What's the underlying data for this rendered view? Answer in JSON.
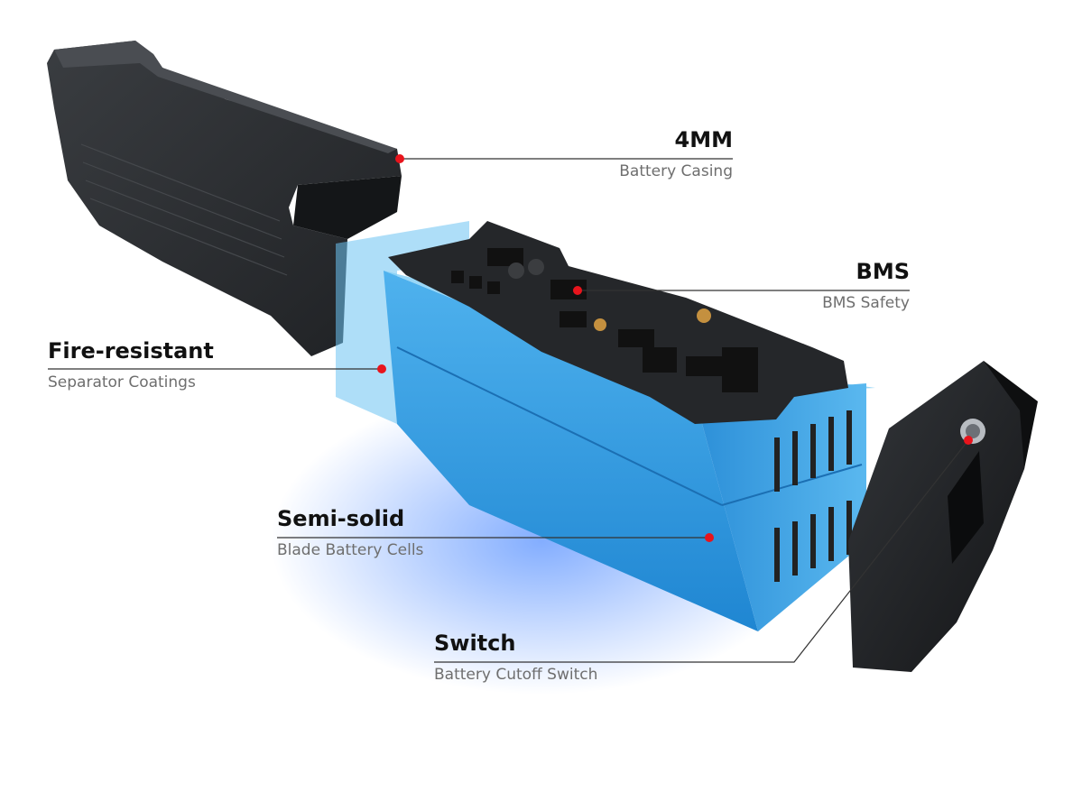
{
  "callouts": [
    {
      "id": "casing",
      "title": "4MM",
      "subtitle": "Battery Casing"
    },
    {
      "id": "bms",
      "title": "BMS",
      "subtitle": "BMS Safety"
    },
    {
      "id": "fire",
      "title": "Fire-resistant",
      "subtitle": "Separator Coatings"
    },
    {
      "id": "cells",
      "title": "Semi-solid",
      "subtitle": "Blade Battery Cells"
    },
    {
      "id": "switch",
      "title": "Switch",
      "subtitle": "Battery Cutoff Switch"
    }
  ],
  "colors": {
    "marker": "#e8141c",
    "leader_line": "#333333",
    "casing": "#2e3033",
    "cell_blue": "#2f9be0",
    "cell_blue_light": "#6cc2f2",
    "bms_board": "#25272a",
    "glow": "#1e6bff"
  }
}
